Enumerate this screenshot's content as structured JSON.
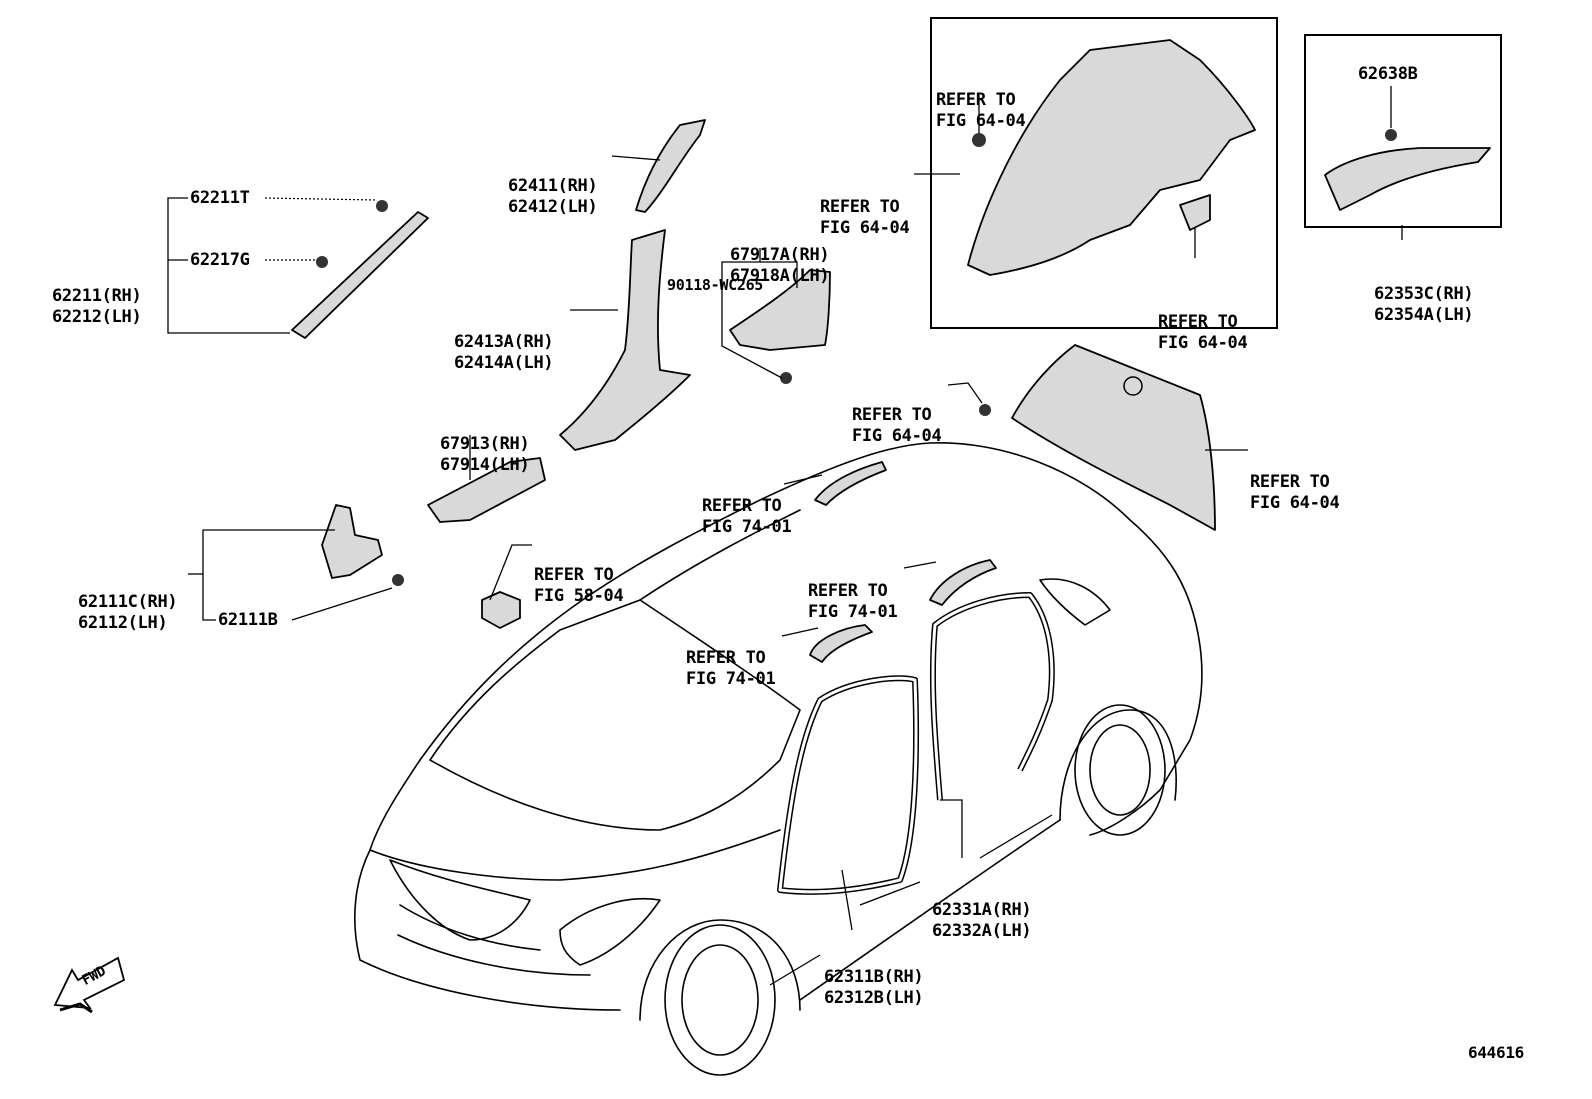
{
  "labels": {
    "p62211T": "62211T",
    "p62217G": "62217G",
    "p62211": [
      "62211(RH)",
      "62212(LH)"
    ],
    "p62411": [
      "62411(RH)",
      "62412(LH)"
    ],
    "p62413A": [
      "62413A(RH)",
      "62414A(LH)"
    ],
    "p67913": [
      "67913(RH)",
      "67914(LH)"
    ],
    "p67917A": [
      "67917A(RH)",
      "67918A(LH)"
    ],
    "p90118": "90118-WC265",
    "p62111C": [
      "62111C(RH)",
      "62112(LH)"
    ],
    "p62111B": "62111B",
    "p62638B": "62638B",
    "p62353C": [
      "62353C(RH)",
      "62354A(LH)"
    ],
    "p62331A": [
      "62331A(RH)",
      "62332A(LH)"
    ],
    "p62311B": [
      "62311B(RH)",
      "62312B(LH)"
    ]
  },
  "refers": {
    "r1": [
      "REFER TO",
      "FIG 64-04"
    ],
    "r2": [
      "REFER TO",
      "FIG 64-04"
    ],
    "r3": [
      "REFER TO",
      "FIG 64-04"
    ],
    "r4": [
      "REFER TO",
      "FIG 64-04"
    ],
    "r5": [
      "REFER TO",
      "FIG 64-04"
    ],
    "r6": [
      "REFER TO",
      "FIG 58-04"
    ],
    "r7": [
      "REFER TO",
      "FIG 74-01"
    ],
    "r8": [
      "REFER TO",
      "FIG 74-01"
    ],
    "r9": [
      "REFER TO",
      "FIG 74-01"
    ]
  },
  "fwd_label": "FWD",
  "figure_number": "644616"
}
